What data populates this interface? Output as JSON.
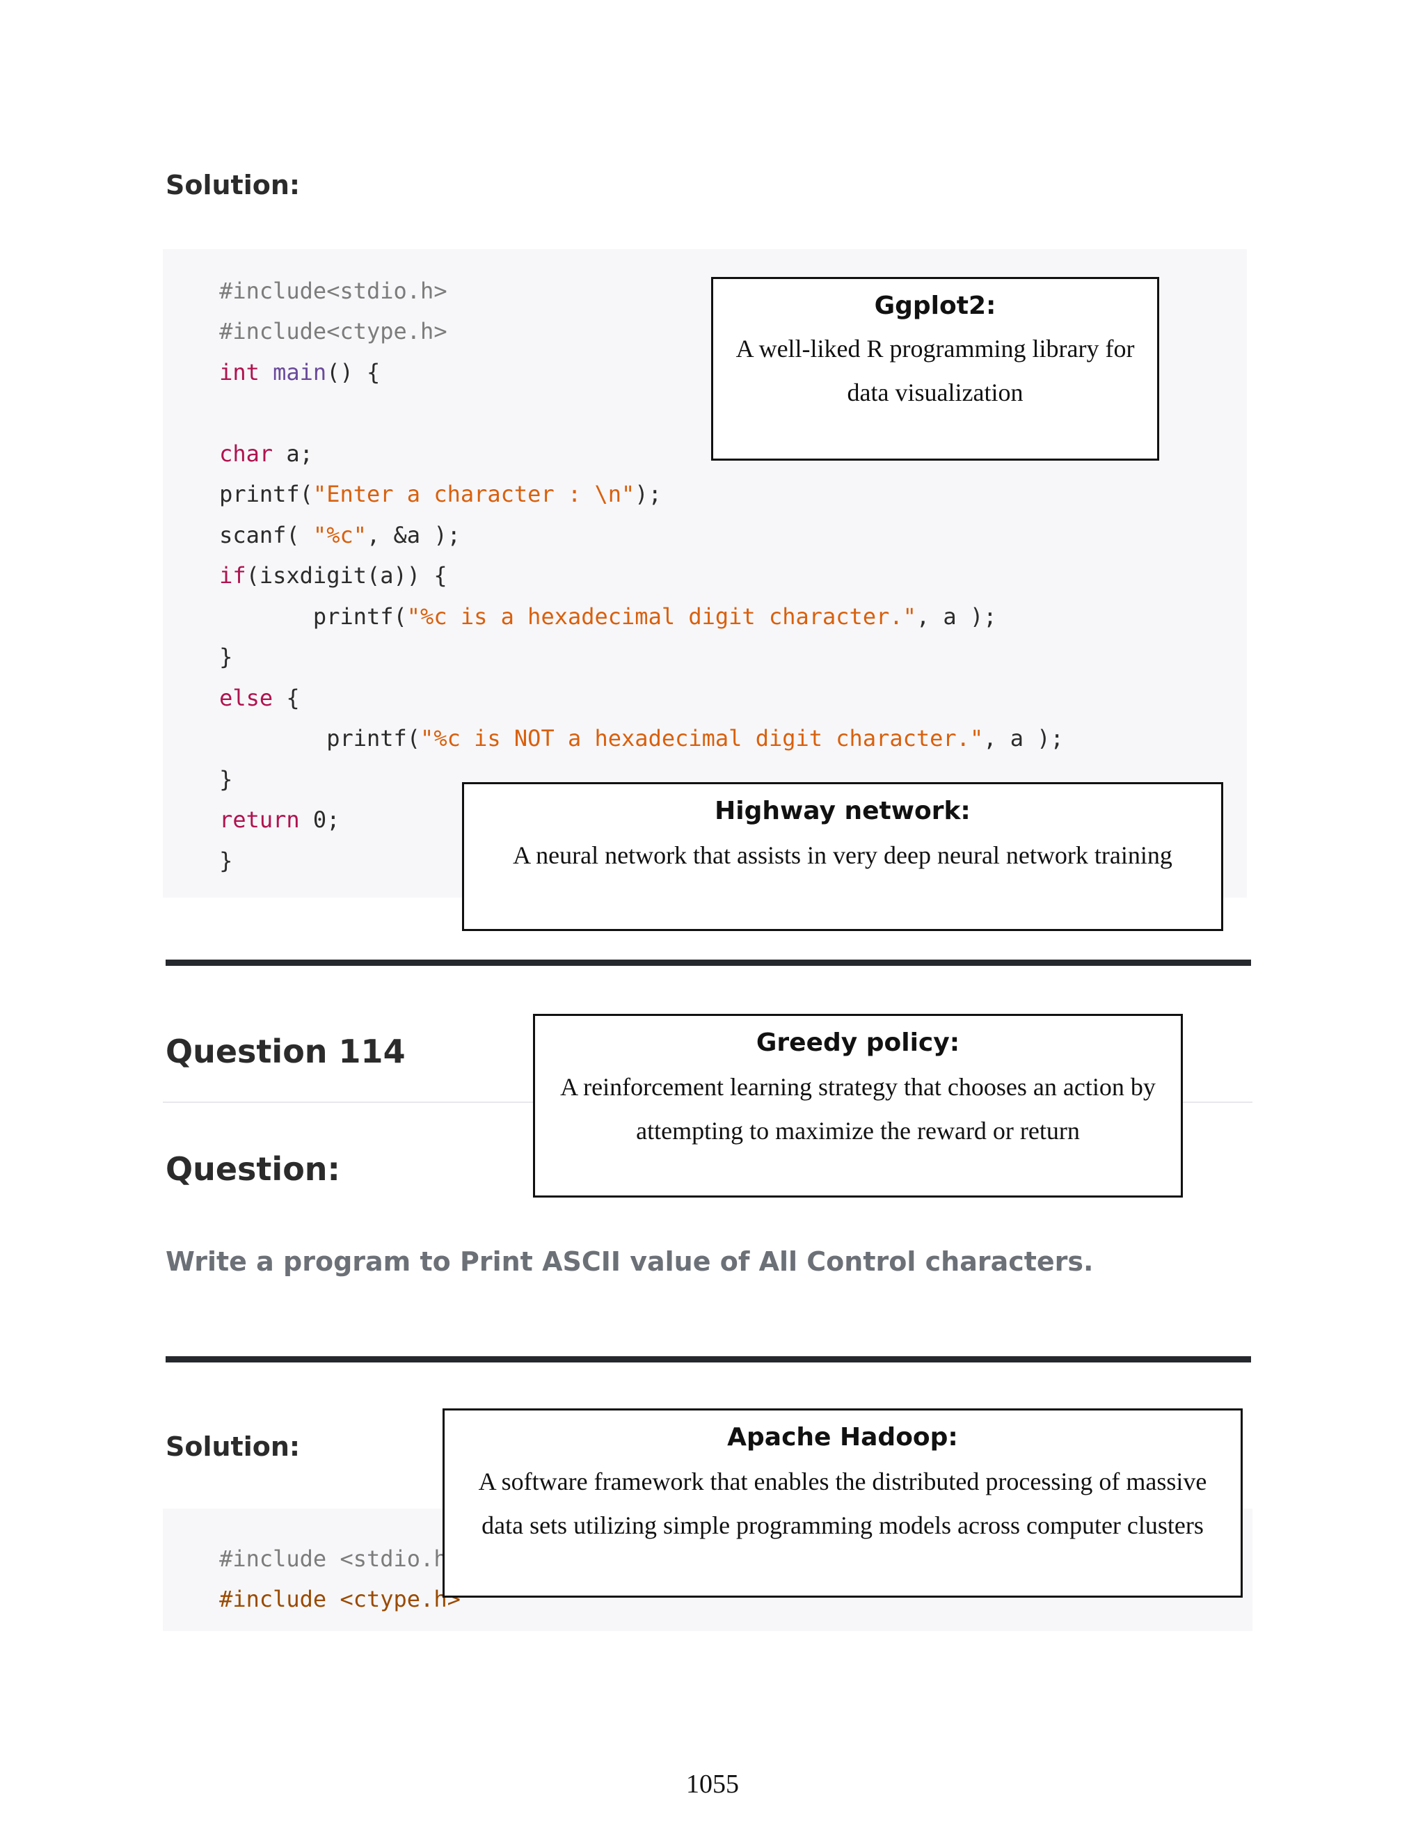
{
  "section1": {
    "solution_heading": "Solution:",
    "code": {
      "l1": "#include<stdio.h>",
      "l2": "#include<ctype.h>",
      "l3_kw": "int",
      "l3_fn": "main",
      "l3_rest": "() {",
      "l5_kw": "char",
      "l5_rest": " a;",
      "l6_a": "printf(",
      "l6_str": "\"Enter a character : \\n\"",
      "l6_b": ");",
      "l7_a": "scanf( ",
      "l7_str": "\"%c\"",
      "l7_b": ", &a );",
      "l8_kw": "if",
      "l8_rest": "(isxdigit(a)) {",
      "l9_a": "       printf(",
      "l9_str": "\"%c is a hexadecimal digit character.\"",
      "l9_b": ", a );",
      "l10": "}",
      "l11_kw": "else",
      "l11_rest": " {",
      "l12_a": "        printf(",
      "l12_str": "\"%c is NOT a hexadecimal digit character.\"",
      "l12_b": ", a );",
      "l13": "}",
      "l14_kw": "return",
      "l14_rest": " 0;",
      "l15": "}"
    }
  },
  "question": {
    "number_heading": "Question 114",
    "question_heading": "Question:",
    "text": "Write a program to Print ASCII value of All Control characters."
  },
  "section2": {
    "solution_heading": "Solution:",
    "code": {
      "l1": "#include <stdio.h>",
      "l2": "#include <ctype.h>"
    }
  },
  "terms": {
    "ggplot2": {
      "title": "Ggplot2:",
      "definition": "A well-liked R programming library for data visualization"
    },
    "highway": {
      "title": "Highway network:",
      "definition": "A neural network that assists in very deep neural network training"
    },
    "greedy": {
      "title": "Greedy policy:",
      "definition": "A reinforcement learning strategy that chooses an action by attempting to maximize the reward or return"
    },
    "hadoop": {
      "title": "Apache Hadoop:",
      "definition": "A software framework that enables the distributed processing of massive data sets utilizing simple programming models across computer clusters"
    }
  },
  "page_number": "1055"
}
